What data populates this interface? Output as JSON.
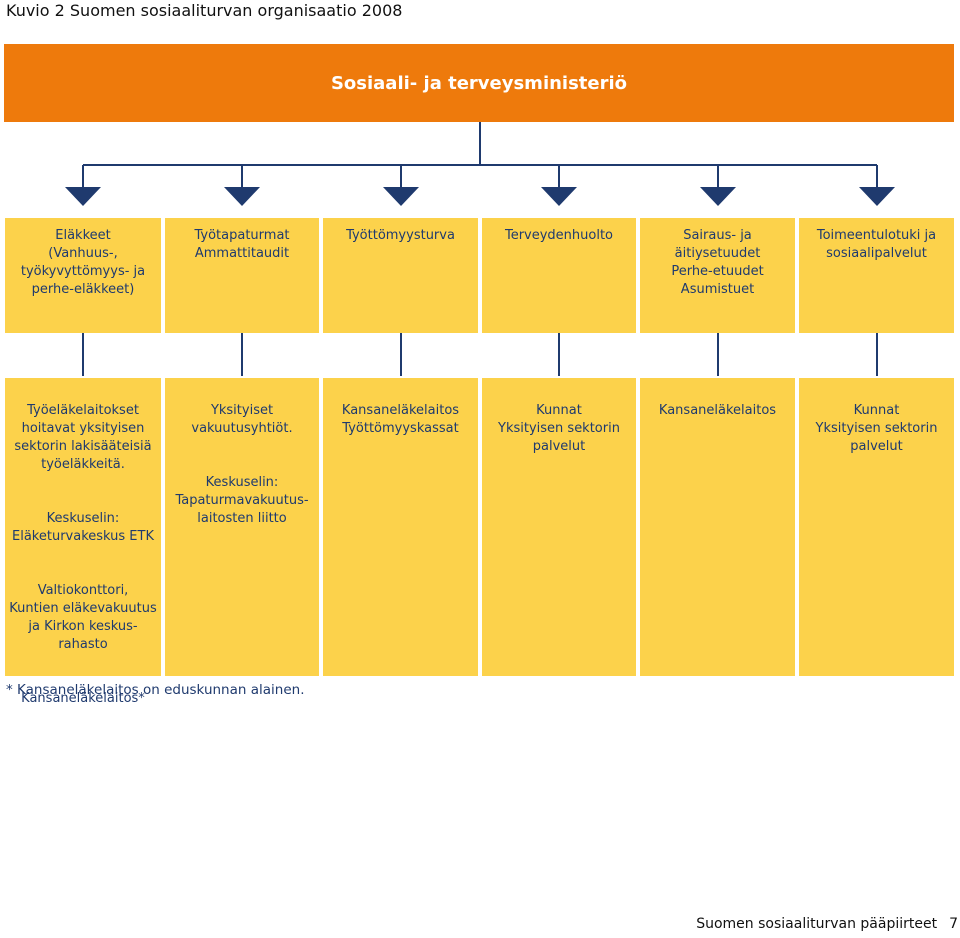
{
  "figure_title": "Kuvio 2  Suomen sosiaaliturvan organisaatio 2008",
  "ministry": "Sosiaali- ja terveysministeriö",
  "categories": [
    "Eläkkeet\n(Vanhuus-,\ntyökyvyttömyys- ja\nperhe-eläkkeet)",
    "Työtapaturmat\nAmmattitaudit",
    "Työttömyysturva",
    "Terveydenhuolto",
    "Sairaus- ja\näitiysetuudet\nPerhe-etuudet\nAsumistuet",
    "Toimeentulotuki ja\nsosiaalipalvelut"
  ],
  "organizations": [
    {
      "p1": "Työeläkelaitokset\nhoitavat yksityisen\nsektorin lakisääteisiä\ntyöeläkkeitä.",
      "p2": "Keskuselin:\nEläketurvakeskus ETK",
      "p3": "Valtiokonttori,\nKuntien eläkevakuutus\nja Kirkon keskus-\nrahasto",
      "p4": "Kansaneläkelaitos*"
    },
    {
      "p1": "Yksityiset\nvakuutusyhtiöt.",
      "p2": "Keskuselin:\nTapaturmavakuutus-\nlaitosten liitto"
    },
    {
      "p1": "Kansaneläkelaitos\nTyöttömyyskassat"
    },
    {
      "p1": "Kunnat\nYksityisen sektorin\npalvelut"
    },
    {
      "p1": "Kansaneläkelaitos"
    },
    {
      "p1": "Kunnat\nYksityisen sektorin\npalvelut"
    }
  ],
  "footnote": "* Kansaneläkelaitos on eduskunnan alainen.",
  "footer": {
    "text": "Suomen sosiaaliturvan pääpiirteet",
    "page_number": "7"
  },
  "colors": {
    "orange": "#ee7a0c",
    "yellow": "#fcd24b",
    "navy": "#1f3a6e"
  }
}
